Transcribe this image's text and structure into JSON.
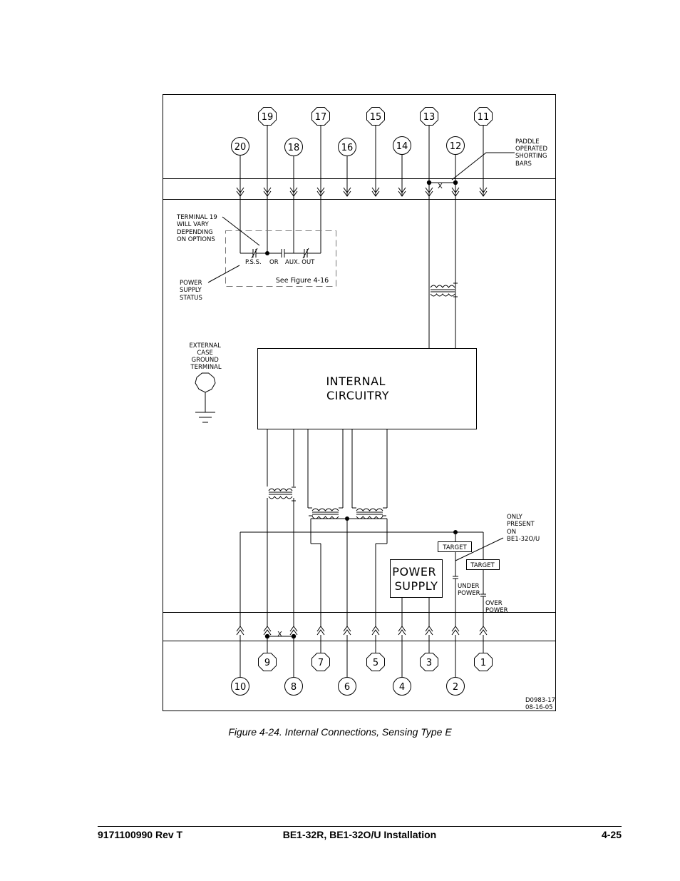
{
  "diagram": {
    "top_terminals": [
      {
        "num": "19",
        "shape": "oct"
      },
      {
        "num": "17",
        "shape": "oct"
      },
      {
        "num": "15",
        "shape": "oct"
      },
      {
        "num": "13",
        "shape": "oct"
      },
      {
        "num": "11",
        "shape": "oct"
      },
      {
        "num": "20",
        "shape": "circle"
      },
      {
        "num": "18",
        "shape": "circle"
      },
      {
        "num": "16",
        "shape": "circle"
      },
      {
        "num": "14",
        "shape": "circle"
      },
      {
        "num": "12",
        "shape": "circle"
      }
    ],
    "bottom_terminals": [
      {
        "num": "9",
        "shape": "oct"
      },
      {
        "num": "7",
        "shape": "oct"
      },
      {
        "num": "5",
        "shape": "oct"
      },
      {
        "num": "3",
        "shape": "oct"
      },
      {
        "num": "1",
        "shape": "oct"
      },
      {
        "num": "10",
        "shape": "circle"
      },
      {
        "num": "8",
        "shape": "circle"
      },
      {
        "num": "6",
        "shape": "circle"
      },
      {
        "num": "4",
        "shape": "circle"
      },
      {
        "num": "2",
        "shape": "circle"
      }
    ],
    "paddle_note": [
      "PADDLE",
      "OPERATED",
      "SHORTING",
      "BARS"
    ],
    "terminal19_note": [
      "TERMINAL 19",
      "WILL VARY",
      "DEPENDING",
      "ON OPTIONS"
    ],
    "power_supply_status_note": [
      "POWER",
      "SUPPLY",
      "STATUS"
    ],
    "contact_labels": {
      "pss": "P.S.S.",
      "or": "OR",
      "aux": "AUX. OUT"
    },
    "see_figure": "See Figure 4-16",
    "ground_note": [
      "EXTERNAL",
      "CASE",
      "GROUND",
      "TERMINAL"
    ],
    "internal_circuitry": [
      "INTERNAL",
      "CIRCUITRY"
    ],
    "power_supply": [
      "POWER",
      "SUPPLY"
    ],
    "only_present_note": [
      "ONLY",
      "PRESENT",
      "ON",
      "BE1-32O/U"
    ],
    "target_label": "TARGET",
    "under_power": [
      "UNDER",
      "POWER"
    ],
    "over_power": [
      "OVER",
      "POWER"
    ],
    "drawing_number": [
      "D0983-17",
      "08-16-05"
    ],
    "shorting_mark": "X"
  },
  "caption": "Figure 4-24. Internal Connections, Sensing Type E",
  "footer": {
    "left": "9171100990 Rev T",
    "center": "BE1-32R, BE1-32O/U Installation",
    "right": "4-25"
  }
}
